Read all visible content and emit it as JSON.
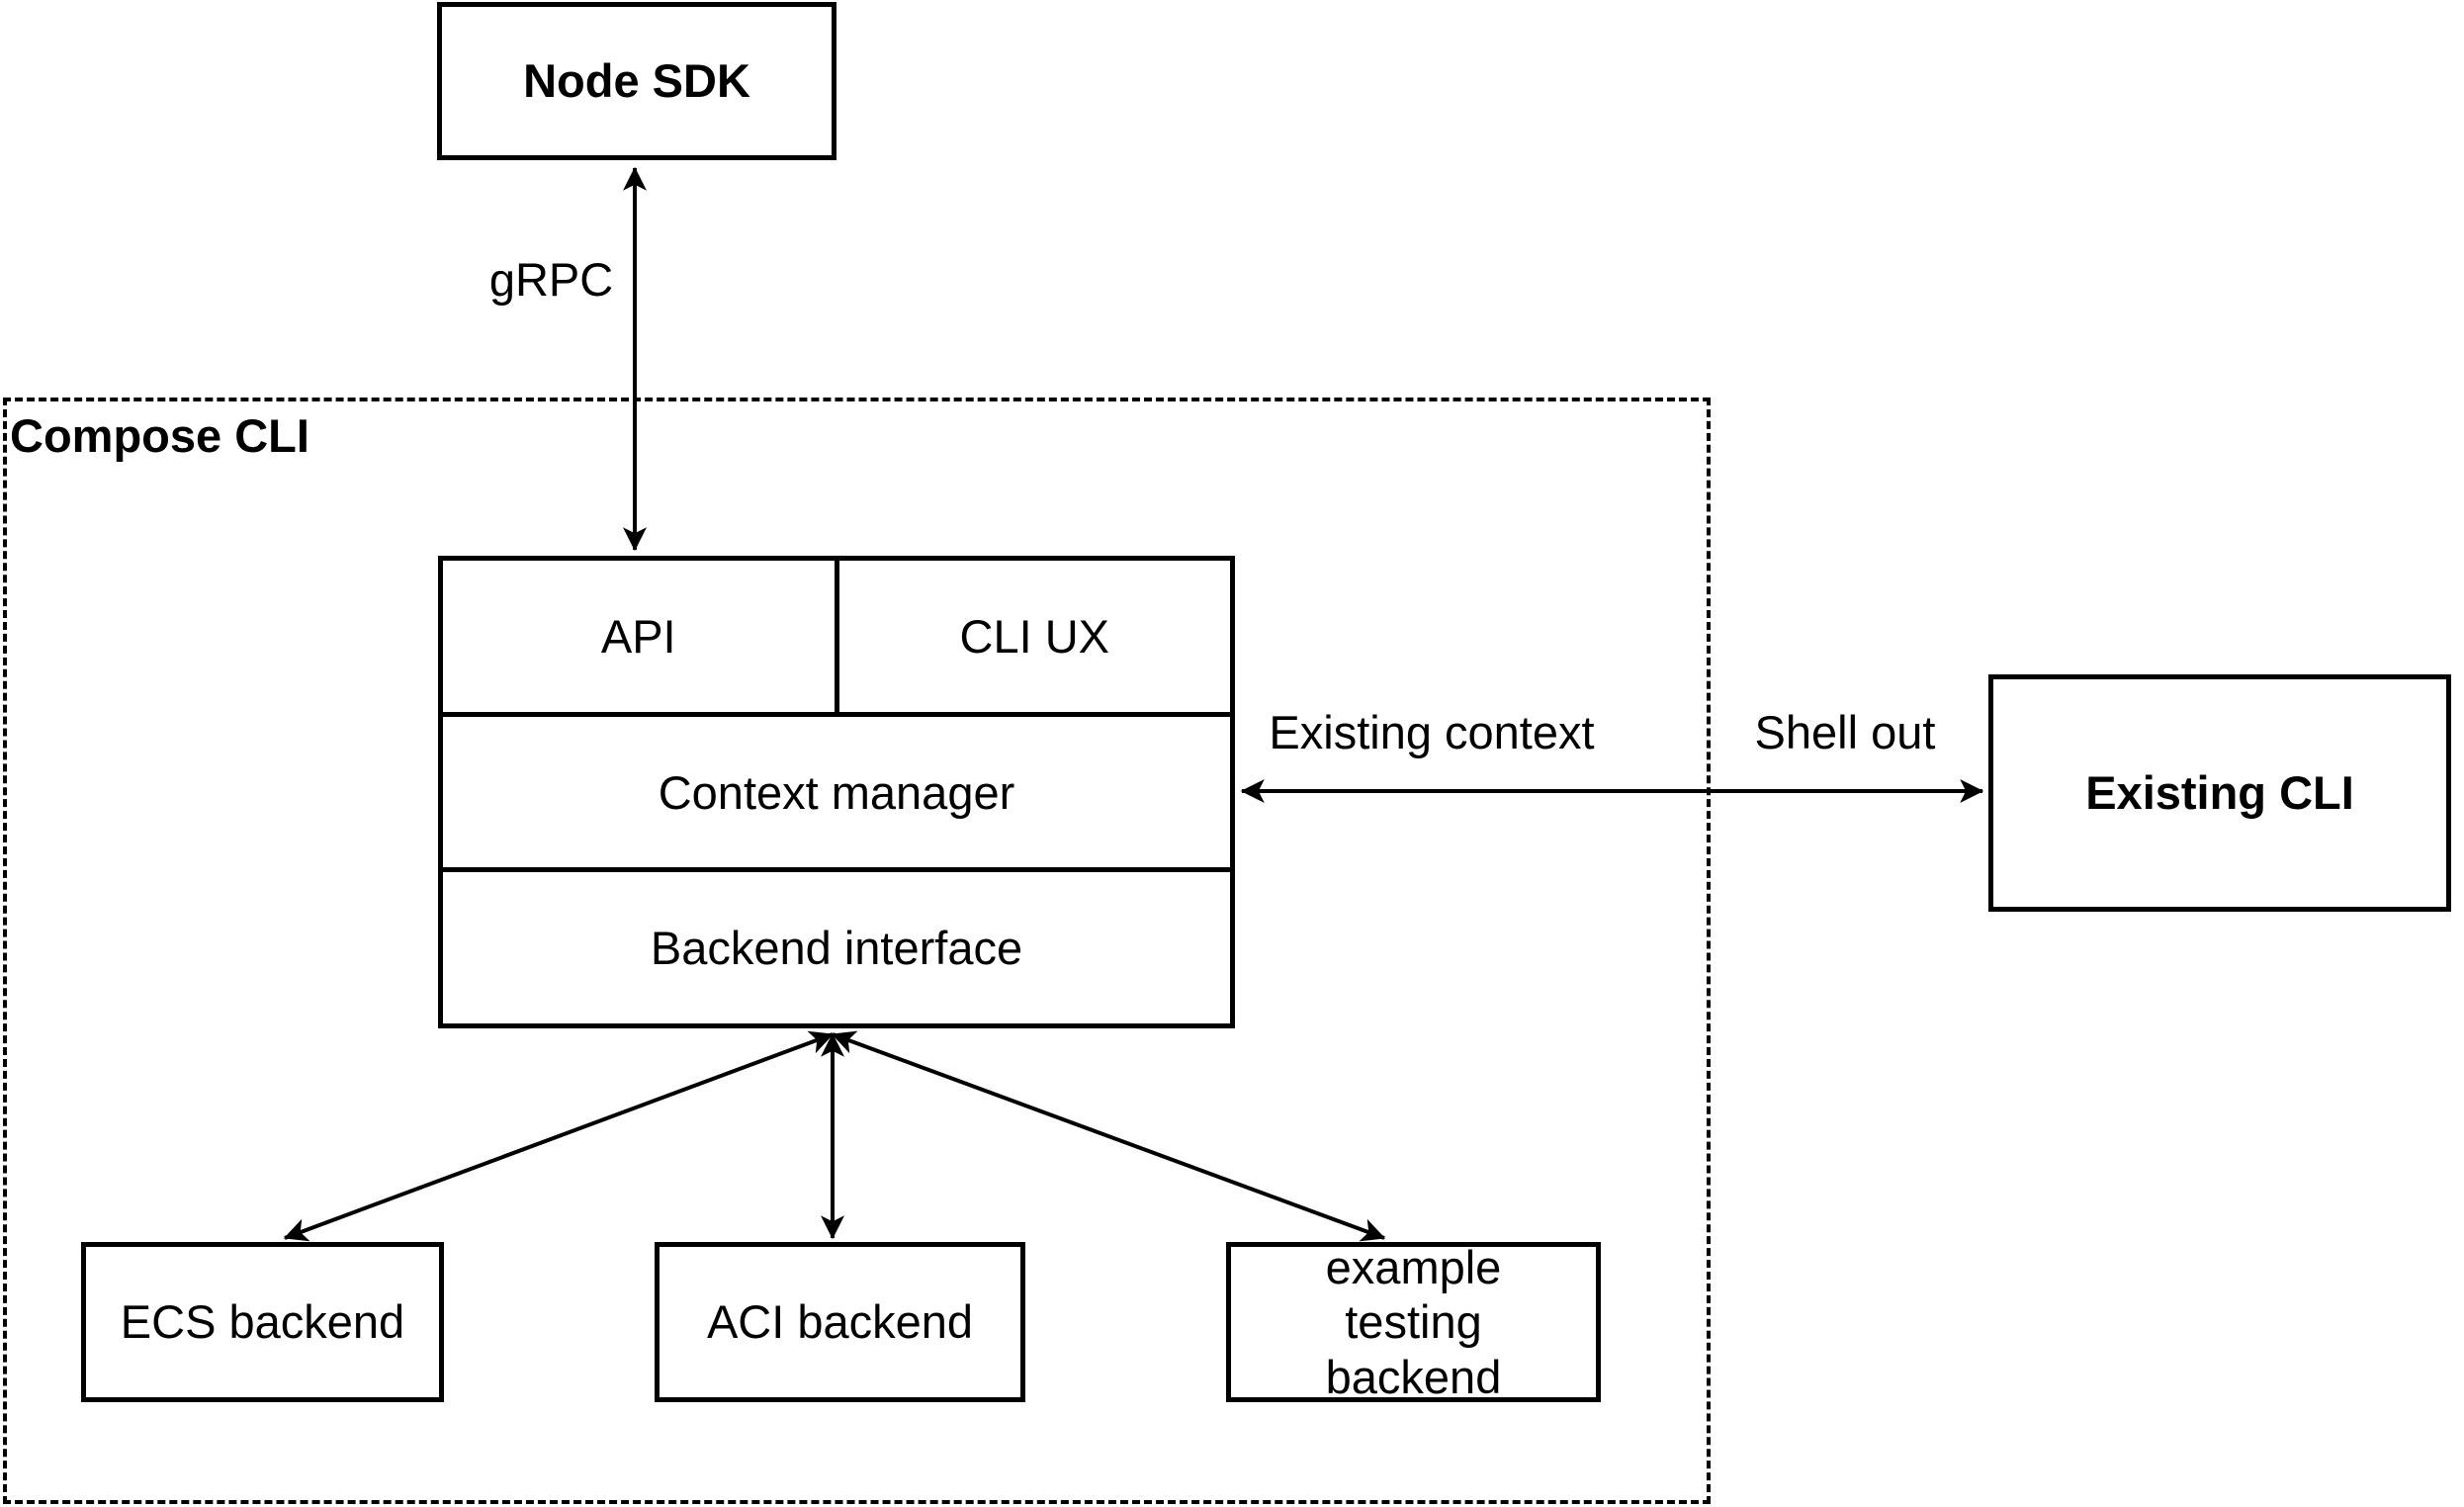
{
  "diagram": {
    "type": "architecture-diagram",
    "colors": {
      "stroke": "#000000",
      "background": "#ffffff",
      "text": "#000000"
    },
    "nodes": {
      "node_sdk": {
        "label": "Node SDK"
      },
      "compose_cli": {
        "label": "Compose CLI"
      },
      "api": {
        "label": "API"
      },
      "cli_ux": {
        "label": "CLI UX"
      },
      "context_manager": {
        "label": "Context manager"
      },
      "backend_interface": {
        "label": "Backend interface"
      },
      "existing_cli": {
        "label": "Existing CLI"
      },
      "ecs_backend": {
        "label": "ECS backend"
      },
      "aci_backend": {
        "label": "ACI backend"
      },
      "example_testing_backend": {
        "label": "example testing backend"
      }
    },
    "edge_labels": {
      "grpc": "gRPC",
      "existing_context": "Existing context",
      "shell_out": "Shell out"
    },
    "edges": [
      {
        "from": "node_sdk",
        "to": "api",
        "label": "gRPC",
        "bidirectional": true
      },
      {
        "from": "context_manager",
        "to": "existing_cli",
        "labels": [
          "Existing context",
          "Shell out"
        ],
        "bidirectional": true
      },
      {
        "from": "backend_interface",
        "to": "ecs_backend",
        "bidirectional": true
      },
      {
        "from": "backend_interface",
        "to": "aci_backend",
        "bidirectional": true
      },
      {
        "from": "backend_interface",
        "to": "example_testing_backend",
        "bidirectional": true
      }
    ]
  }
}
